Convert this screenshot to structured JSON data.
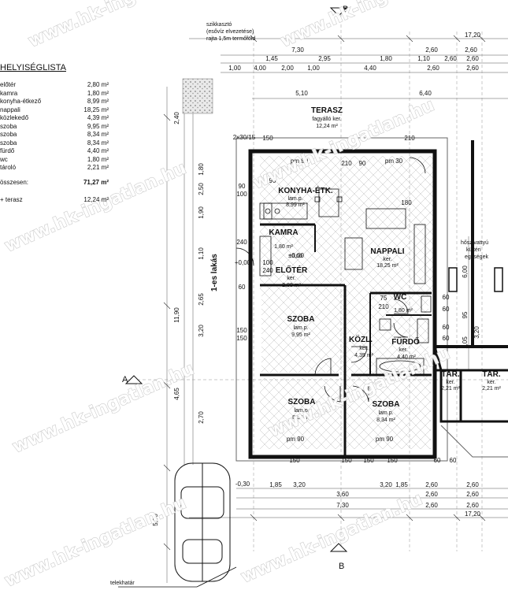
{
  "legend": {
    "title": "HELYISÉGLISTA",
    "rows": [
      {
        "name": "előtér",
        "value": "2,80 m²"
      },
      {
        "name": "kamra",
        "value": "1,80 m²"
      },
      {
        "name": "konyha-étkező",
        "value": "8,99 m²"
      },
      {
        "name": "nappali",
        "value": "18,25 m²"
      },
      {
        "name": "közlekedő",
        "value": "4,39 m²"
      },
      {
        "name": "szoba",
        "value": "9,95 m²"
      },
      {
        "name": "szoba",
        "value": "8,34 m²"
      },
      {
        "name": "szoba",
        "value": "8,34 m²"
      },
      {
        "name": "fürdő",
        "value": "4,40 m²"
      },
      {
        "name": "wc",
        "value": "1,80 m²"
      },
      {
        "name": "tároló",
        "value": "2,21 m²"
      }
    ],
    "total_label": "összesen:",
    "total_value": "71,27 m²",
    "terrace_label": "+ terasz",
    "terrace_value": "12,24 m²"
  },
  "watermark": "www.hk-ingatlan.hu",
  "notes": {
    "gravel_1": "szikkasztó",
    "gravel_2": "(esővíz elvezetése)",
    "gravel_3": "rajta 1,5m termőföld",
    "heat_pump_1": "hőszivattyú",
    "heat_pump_2": "kültéri",
    "heat_pump_3": "egységek",
    "unit": "1-es lakás",
    "boundary": "telekhatár",
    "section_a": "A",
    "section_b": "B"
  },
  "rooms": {
    "terrace": {
      "name": "TERASZ",
      "l1": "fagyálló ker.",
      "l2": "12,24 m²"
    },
    "kitchen": {
      "name": "KONYHA-ÉTK.",
      "l1": "lam.p.",
      "l2": "8,99 m²"
    },
    "living": {
      "name": "NAPPALI",
      "l1": "ker.",
      "l2": "18,25 m²"
    },
    "pantry": {
      "name": "KAMRA",
      "l1": "1,80 m²",
      "l2": "±0,00"
    },
    "hall": {
      "name": "ELŐTÉR",
      "l1": "ker.",
      "l2": "2,80 m²"
    },
    "wc": {
      "name": "WC",
      "l1": "1,80 m²"
    },
    "room1": {
      "name": "SZOBA",
      "l1": "lam.p.",
      "l2": "9,95 m²"
    },
    "corridor": {
      "name": "KÖZL.",
      "l1": "ker.",
      "l2": "4,39 m²"
    },
    "bath": {
      "name": "FÜRDŐ",
      "l1": "ker.",
      "l2": "4,40 m²"
    },
    "room2": {
      "name": "SZOBA",
      "l1": "lam.p.",
      "l2": "8,34 m²"
    },
    "room3": {
      "name": "SZOBA",
      "l1": "lam.p.",
      "l2": "8,34 m²"
    },
    "store1": {
      "name": "TÁR.",
      "l1": "ker.",
      "l2": "2,21 m²"
    },
    "store2": {
      "name": "TÁR.",
      "l1": "ker.",
      "l2": "2,21 m²"
    }
  },
  "dims": {
    "top_total": "17,20",
    "top_r1": [
      "7,30",
      "2,60",
      "2,60"
    ],
    "top_r2": [
      "1,45",
      "2,95",
      "1,80",
      "1,10",
      "2,60",
      "2,60"
    ],
    "top_r3": [
      "1,00",
      "4,00",
      "2,00",
      "1,00",
      "4,40",
      "2,60",
      "2,60"
    ],
    "top_r4": [
      "5,10",
      "6,40"
    ],
    "bot_r1": [
      "1,85",
      "3,20",
      "3,20",
      "1,85",
      "2,60",
      "2,60"
    ],
    "bot_r2": [
      "3,60",
      "2,60",
      "2,60"
    ],
    "bot_r3": [
      "7,30",
      "2,60",
      "2,60"
    ],
    "bot_total": "17,20",
    "left_outer": [
      "2,40",
      "11,90",
      "4,65",
      "5,00"
    ],
    "left_inner": [
      "1,80",
      "2,50",
      "1,90",
      "1,10",
      "2,65",
      "3,20",
      "2,70"
    ],
    "right": [
      "6,00",
      "3,20",
      "95",
      "1,05"
    ],
    "levels": [
      "+0,00",
      "-0,30",
      "±0,00"
    ],
    "misc": [
      "90",
      "100",
      "150",
      "240",
      "60",
      "210",
      "180",
      "75",
      "50",
      "pm 90",
      "pm 30",
      "2x30/15",
      "10",
      "30"
    ]
  }
}
